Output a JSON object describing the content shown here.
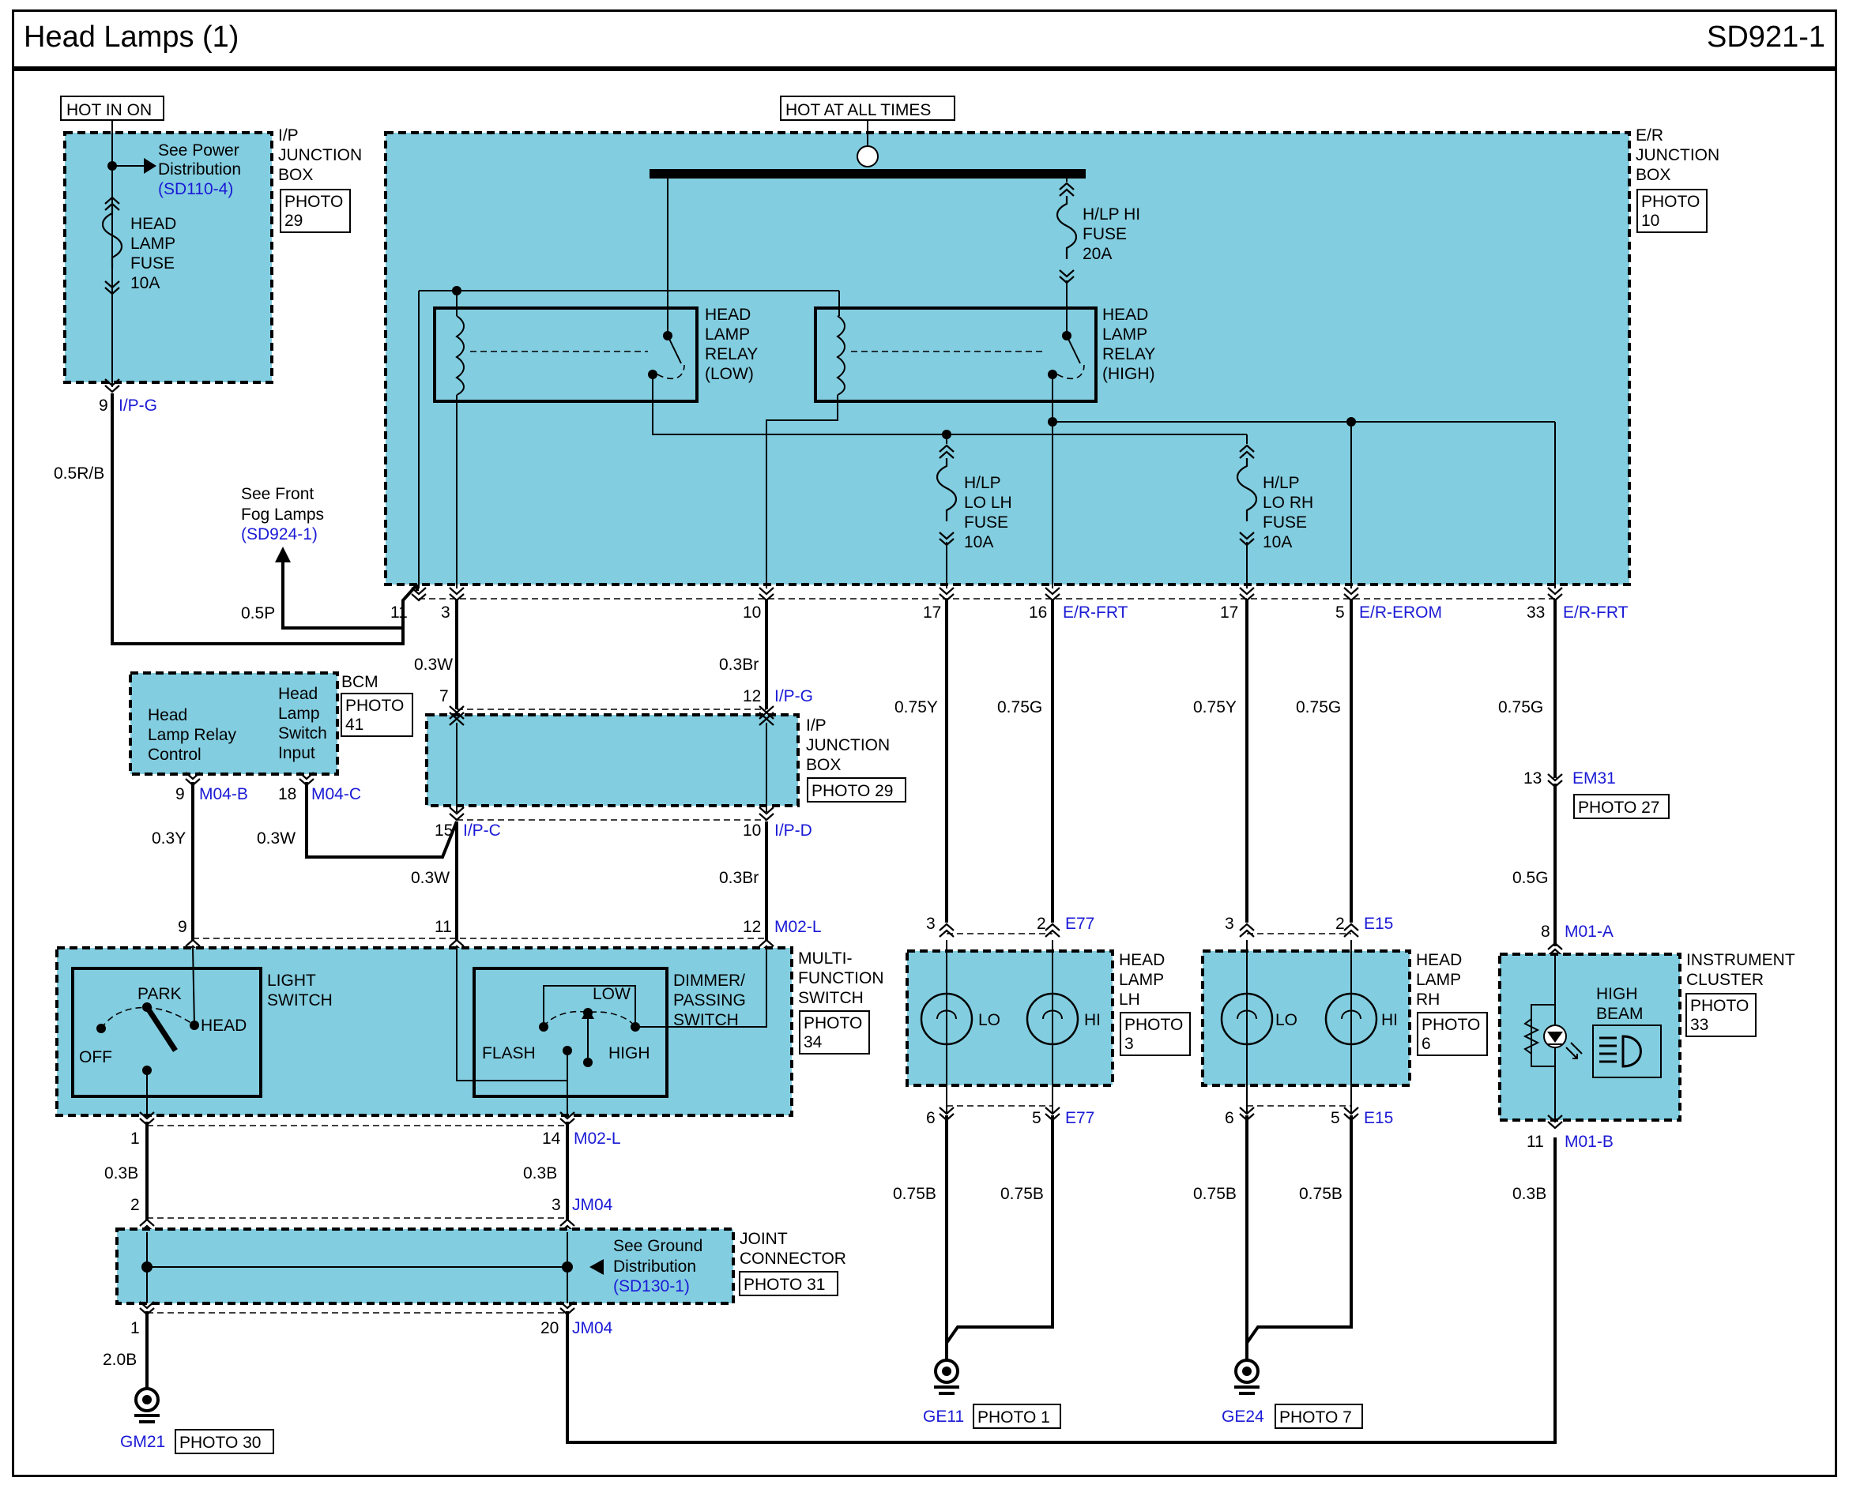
{
  "header": {
    "title": "Head Lamps (1)",
    "code": "SD921-1"
  },
  "power": {
    "hot_in_on": "HOT IN ON",
    "hot_at_all_times": "HOT AT ALL TIMES"
  },
  "ip_junction_top": {
    "name": [
      "I/P",
      "JUNCTION",
      "BOX"
    ],
    "photo": [
      "PHOTO",
      "29"
    ],
    "see": [
      "See Power",
      "Distribution"
    ],
    "see_ref": "(SD110-4)",
    "fuse": [
      "HEAD",
      "LAMP",
      "FUSE",
      "10A"
    ],
    "pin": "9",
    "conn": "I/P-G"
  },
  "er_junction": {
    "name": [
      "E/R",
      "JUNCTION",
      "BOX"
    ],
    "photo": [
      "PHOTO",
      "10"
    ],
    "relay_low": [
      "HEAD",
      "LAMP",
      "RELAY",
      "(LOW)"
    ],
    "relay_high": [
      "HEAD",
      "LAMP",
      "RELAY",
      "(HIGH)"
    ],
    "fuse_hi": [
      "H/LP HI",
      "FUSE",
      "20A"
    ],
    "fuse_lo_lh": [
      "H/LP",
      "LO LH",
      "FUSE",
      "10A"
    ],
    "fuse_lo_rh": [
      "H/LP",
      "LO RH",
      "FUSE",
      "10A"
    ]
  },
  "fog": {
    "see": [
      "See Front",
      "Fog Lamps"
    ],
    "ref": "(SD924-1)",
    "wire": "0.5P"
  },
  "er_pins": {
    "p11": "11",
    "p3": "3",
    "p10": "10",
    "p17a": "17",
    "p16": "16",
    "c16": "E/R-FRT",
    "p17b": "17",
    "p5": "5",
    "c5": "E/R-EROM",
    "p33": "33",
    "c33": "E/R-FRT"
  },
  "wires": {
    "rb": "0.5R/B",
    "w1": "0.3W",
    "br1": "0.3Br",
    "y1": "0.75Y",
    "g1": "0.75G",
    "y2": "0.75Y",
    "g2": "0.75G",
    "g3": "0.75G",
    "g4": "0.5G",
    "y3": "0.3Y",
    "w2": "0.3W",
    "w3": "0.3W",
    "br2": "0.3Br",
    "b1": "0.3B",
    "b2": "0.3B",
    "b3": "0.75B",
    "b4": "0.75B",
    "b5": "0.75B",
    "b6": "0.75B",
    "b7": "0.3B",
    "b8": "2.0B"
  },
  "bcm": {
    "name": "BCM",
    "photo": [
      "PHOTO",
      "41"
    ],
    "relay_ctrl": [
      "Head",
      "Lamp Relay",
      "Control"
    ],
    "switch_in": [
      "Head",
      "Lamp",
      "Switch",
      "Input"
    ],
    "p9": "9",
    "c9": "M04-B",
    "p18": "18",
    "c18": "M04-C"
  },
  "ip_junction_mid": {
    "name": [
      "I/P",
      "JUNCTION",
      "BOX"
    ],
    "photo": "PHOTO 29",
    "p7": "7",
    "p12": "12",
    "c12": "I/P-G",
    "p15": "15",
    "c15": "I/P-C",
    "p10": "10",
    "c10": "I/P-D"
  },
  "multi_switch": {
    "name": [
      "MULTI-",
      "FUNCTION",
      "SWITCH"
    ],
    "photo": [
      "PHOTO",
      "34"
    ],
    "light": [
      "LIGHT",
      "SWITCH"
    ],
    "park": "PARK",
    "head": "HEAD",
    "off": "OFF",
    "dimmer": [
      "DIMMER/",
      "PASSING",
      "SWITCH"
    ],
    "low": "LOW",
    "flash": "FLASH",
    "high": "HIGH",
    "p9": "9",
    "p11": "11",
    "p12": "12",
    "c12": "M02-L",
    "p1": "1",
    "p14": "14",
    "c14": "M02-L"
  },
  "joint": {
    "name": [
      "JOINT",
      "CONNECTOR"
    ],
    "photo": "PHOTO 31",
    "see": [
      "See Ground",
      "Distribution"
    ],
    "ref": "(SD130-1)",
    "p2": "2",
    "p3": "3",
    "c3": "JM04",
    "p1": "1",
    "p20": "20",
    "c20": "JM04"
  },
  "lamp_lh": {
    "name": [
      "HEAD",
      "LAMP",
      "LH"
    ],
    "photo": [
      "PHOTO",
      "3"
    ],
    "lo": "LO",
    "hi": "HI",
    "p3": "3",
    "p2": "2",
    "c2": "E77",
    "p6": "6",
    "p5": "5",
    "c5": "E77"
  },
  "lamp_rh": {
    "name": [
      "HEAD",
      "LAMP",
      "RH"
    ],
    "photo": [
      "PHOTO",
      "6"
    ],
    "lo": "LO",
    "hi": "HI",
    "p3": "3",
    "p2": "2",
    "c2": "E15",
    "p6": "6",
    "p5": "5",
    "c5": "E15"
  },
  "cluster": {
    "name": [
      "INSTRUMENT",
      "CLUSTER"
    ],
    "photo": [
      "PHOTO",
      "33"
    ],
    "beam": [
      "HIGH",
      "BEAM"
    ],
    "p13": "13",
    "c13": "EM31",
    "photo27": "PHOTO 27",
    "p8": "8",
    "c8": "M01-A",
    "p11": "11",
    "c11": "M01-B"
  },
  "grounds": {
    "ge11": "GE11",
    "ge11_photo": "PHOTO 1",
    "ge24": "GE24",
    "ge24_photo": "PHOTO 7",
    "gm21": "GM21",
    "gm21_photo": "PHOTO 30"
  }
}
